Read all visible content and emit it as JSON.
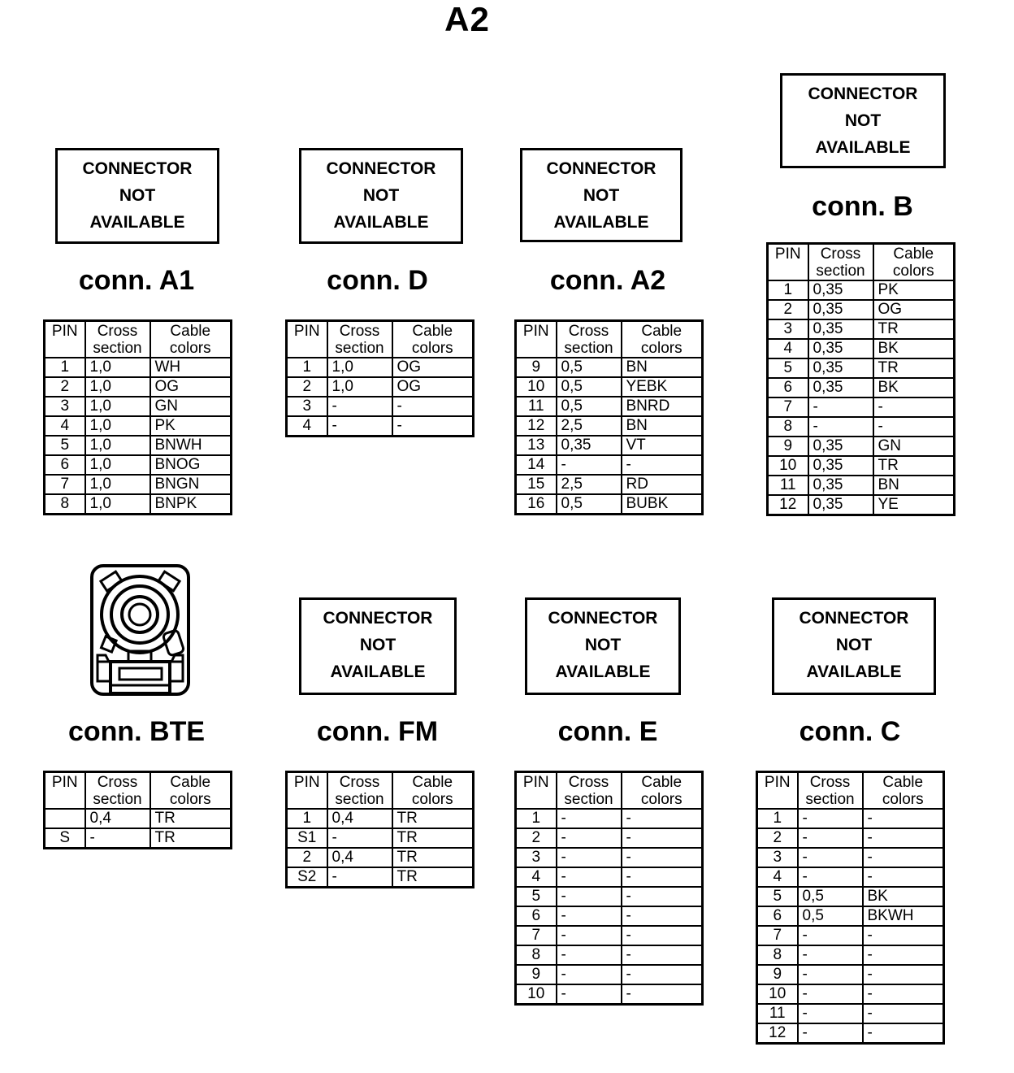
{
  "page_title": "A2",
  "colors": {
    "ink": "#000000",
    "background": "#ffffff"
  },
  "not_available": {
    "line1": "CONNECTOR",
    "line2": "NOT",
    "line3": "AVAILABLE"
  },
  "table_headers": {
    "pin": "PIN",
    "cross_line1": "Cross",
    "cross_line2": "section",
    "colors_line1": "Cable",
    "colors_line2": "colors"
  },
  "connectors": [
    {
      "key": "a1",
      "label": "conn. A1",
      "rows": [
        [
          "1",
          "1,0",
          "WH"
        ],
        [
          "2",
          "1,0",
          "OG"
        ],
        [
          "3",
          "1,0",
          "GN"
        ],
        [
          "4",
          "1,0",
          "PK"
        ],
        [
          "5",
          "1,0",
          "BNWH"
        ],
        [
          "6",
          "1,0",
          "BNOG"
        ],
        [
          "7",
          "1,0",
          "BNGN"
        ],
        [
          "8",
          "1,0",
          "BNPK"
        ]
      ]
    },
    {
      "key": "d",
      "label": "conn. D",
      "rows": [
        [
          "1",
          "1,0",
          "OG"
        ],
        [
          "2",
          "1,0",
          "OG"
        ],
        [
          "3",
          "-",
          "-"
        ],
        [
          "4",
          "-",
          "-"
        ]
      ]
    },
    {
      "key": "a2",
      "label": "conn. A2",
      "rows": [
        [
          "9",
          "0,5",
          "BN"
        ],
        [
          "10",
          "0,5",
          "YEBK"
        ],
        [
          "11",
          "0,5",
          "BNRD"
        ],
        [
          "12",
          "2,5",
          "BN"
        ],
        [
          "13",
          "0,35",
          "VT"
        ],
        [
          "14",
          "-",
          "-"
        ],
        [
          "15",
          "2,5",
          "RD"
        ],
        [
          "16",
          "0,5",
          "BUBK"
        ]
      ]
    },
    {
      "key": "b",
      "label": "conn. B",
      "rows": [
        [
          "1",
          "0,35",
          "PK"
        ],
        [
          "2",
          "0,35",
          "OG"
        ],
        [
          "3",
          "0,35",
          "TR"
        ],
        [
          "4",
          "0,35",
          "BK"
        ],
        [
          "5",
          "0,35",
          "TR"
        ],
        [
          "6",
          "0,35",
          "BK"
        ],
        [
          "7",
          "-",
          "-"
        ],
        [
          "8",
          "-",
          "-"
        ],
        [
          "9",
          "0,35",
          "GN"
        ],
        [
          "10",
          "0,35",
          "TR"
        ],
        [
          "11",
          "0,35",
          "BN"
        ],
        [
          "12",
          "0,35",
          "YE"
        ]
      ]
    },
    {
      "key": "bte",
      "label": "conn. BTE",
      "rows": [
        [
          "",
          "0,4",
          "TR"
        ],
        [
          "S",
          "-",
          "TR"
        ]
      ]
    },
    {
      "key": "fm",
      "label": "conn. FM",
      "rows": [
        [
          "1",
          "0,4",
          "TR"
        ],
        [
          "S1",
          "-",
          "TR"
        ],
        [
          "2",
          "0,4",
          "TR"
        ],
        [
          "S2",
          "-",
          "TR"
        ]
      ]
    },
    {
      "key": "e",
      "label": "conn. E",
      "rows": [
        [
          "1",
          "-",
          "-"
        ],
        [
          "2",
          "-",
          "-"
        ],
        [
          "3",
          "-",
          "-"
        ],
        [
          "4",
          "-",
          "-"
        ],
        [
          "5",
          "-",
          "-"
        ],
        [
          "6",
          "-",
          "-"
        ],
        [
          "7",
          "-",
          "-"
        ],
        [
          "8",
          "-",
          "-"
        ],
        [
          "9",
          "-",
          "-"
        ],
        [
          "10",
          "-",
          "-"
        ]
      ]
    },
    {
      "key": "c",
      "label": "conn. C",
      "rows": [
        [
          "1",
          "-",
          "-"
        ],
        [
          "2",
          "-",
          "-"
        ],
        [
          "3",
          "-",
          "-"
        ],
        [
          "4",
          "-",
          "-"
        ],
        [
          "5",
          "0,5",
          "BK"
        ],
        [
          "6",
          "0,5",
          "BKWH"
        ],
        [
          "7",
          "-",
          "-"
        ],
        [
          "8",
          "-",
          "-"
        ],
        [
          "9",
          "-",
          "-"
        ],
        [
          "10",
          "-",
          "-"
        ],
        [
          "11",
          "-",
          "-"
        ],
        [
          "12",
          "-",
          "-"
        ]
      ]
    }
  ]
}
